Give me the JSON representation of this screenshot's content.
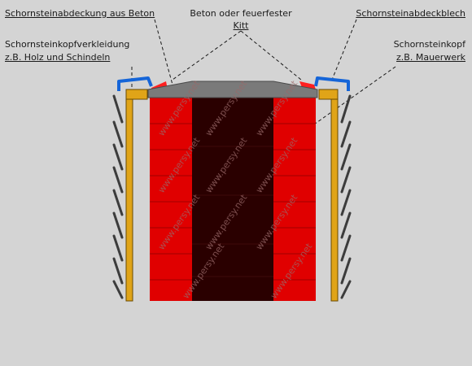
{
  "labels": {
    "concrete_cover": "Schornsteinabdeckung aus Beton",
    "cement": {
      "line1": "Beton oder feuerfester",
      "line2": "Kitt"
    },
    "cover_sheet": "Schornsteinabdeckblech",
    "cladding": {
      "line1": "Schornsteinkopfverkleidung",
      "line2": "z.B. Holz und Schindeln"
    },
    "head": {
      "line1": "Schornsteinkopf",
      "line2": "z.B. Mauerwerk"
    }
  },
  "watermark": "www.persy.net",
  "colors": {
    "background": "#d4d4d4",
    "brick": "#e00000",
    "flue": "#2a0000",
    "mortar": "#b00000",
    "cap": "#7a7a7a",
    "cover_sheet": "#1565d8",
    "cement": "#ff2020",
    "batten": "#e0a418",
    "shingle": "#3c3c3c"
  }
}
